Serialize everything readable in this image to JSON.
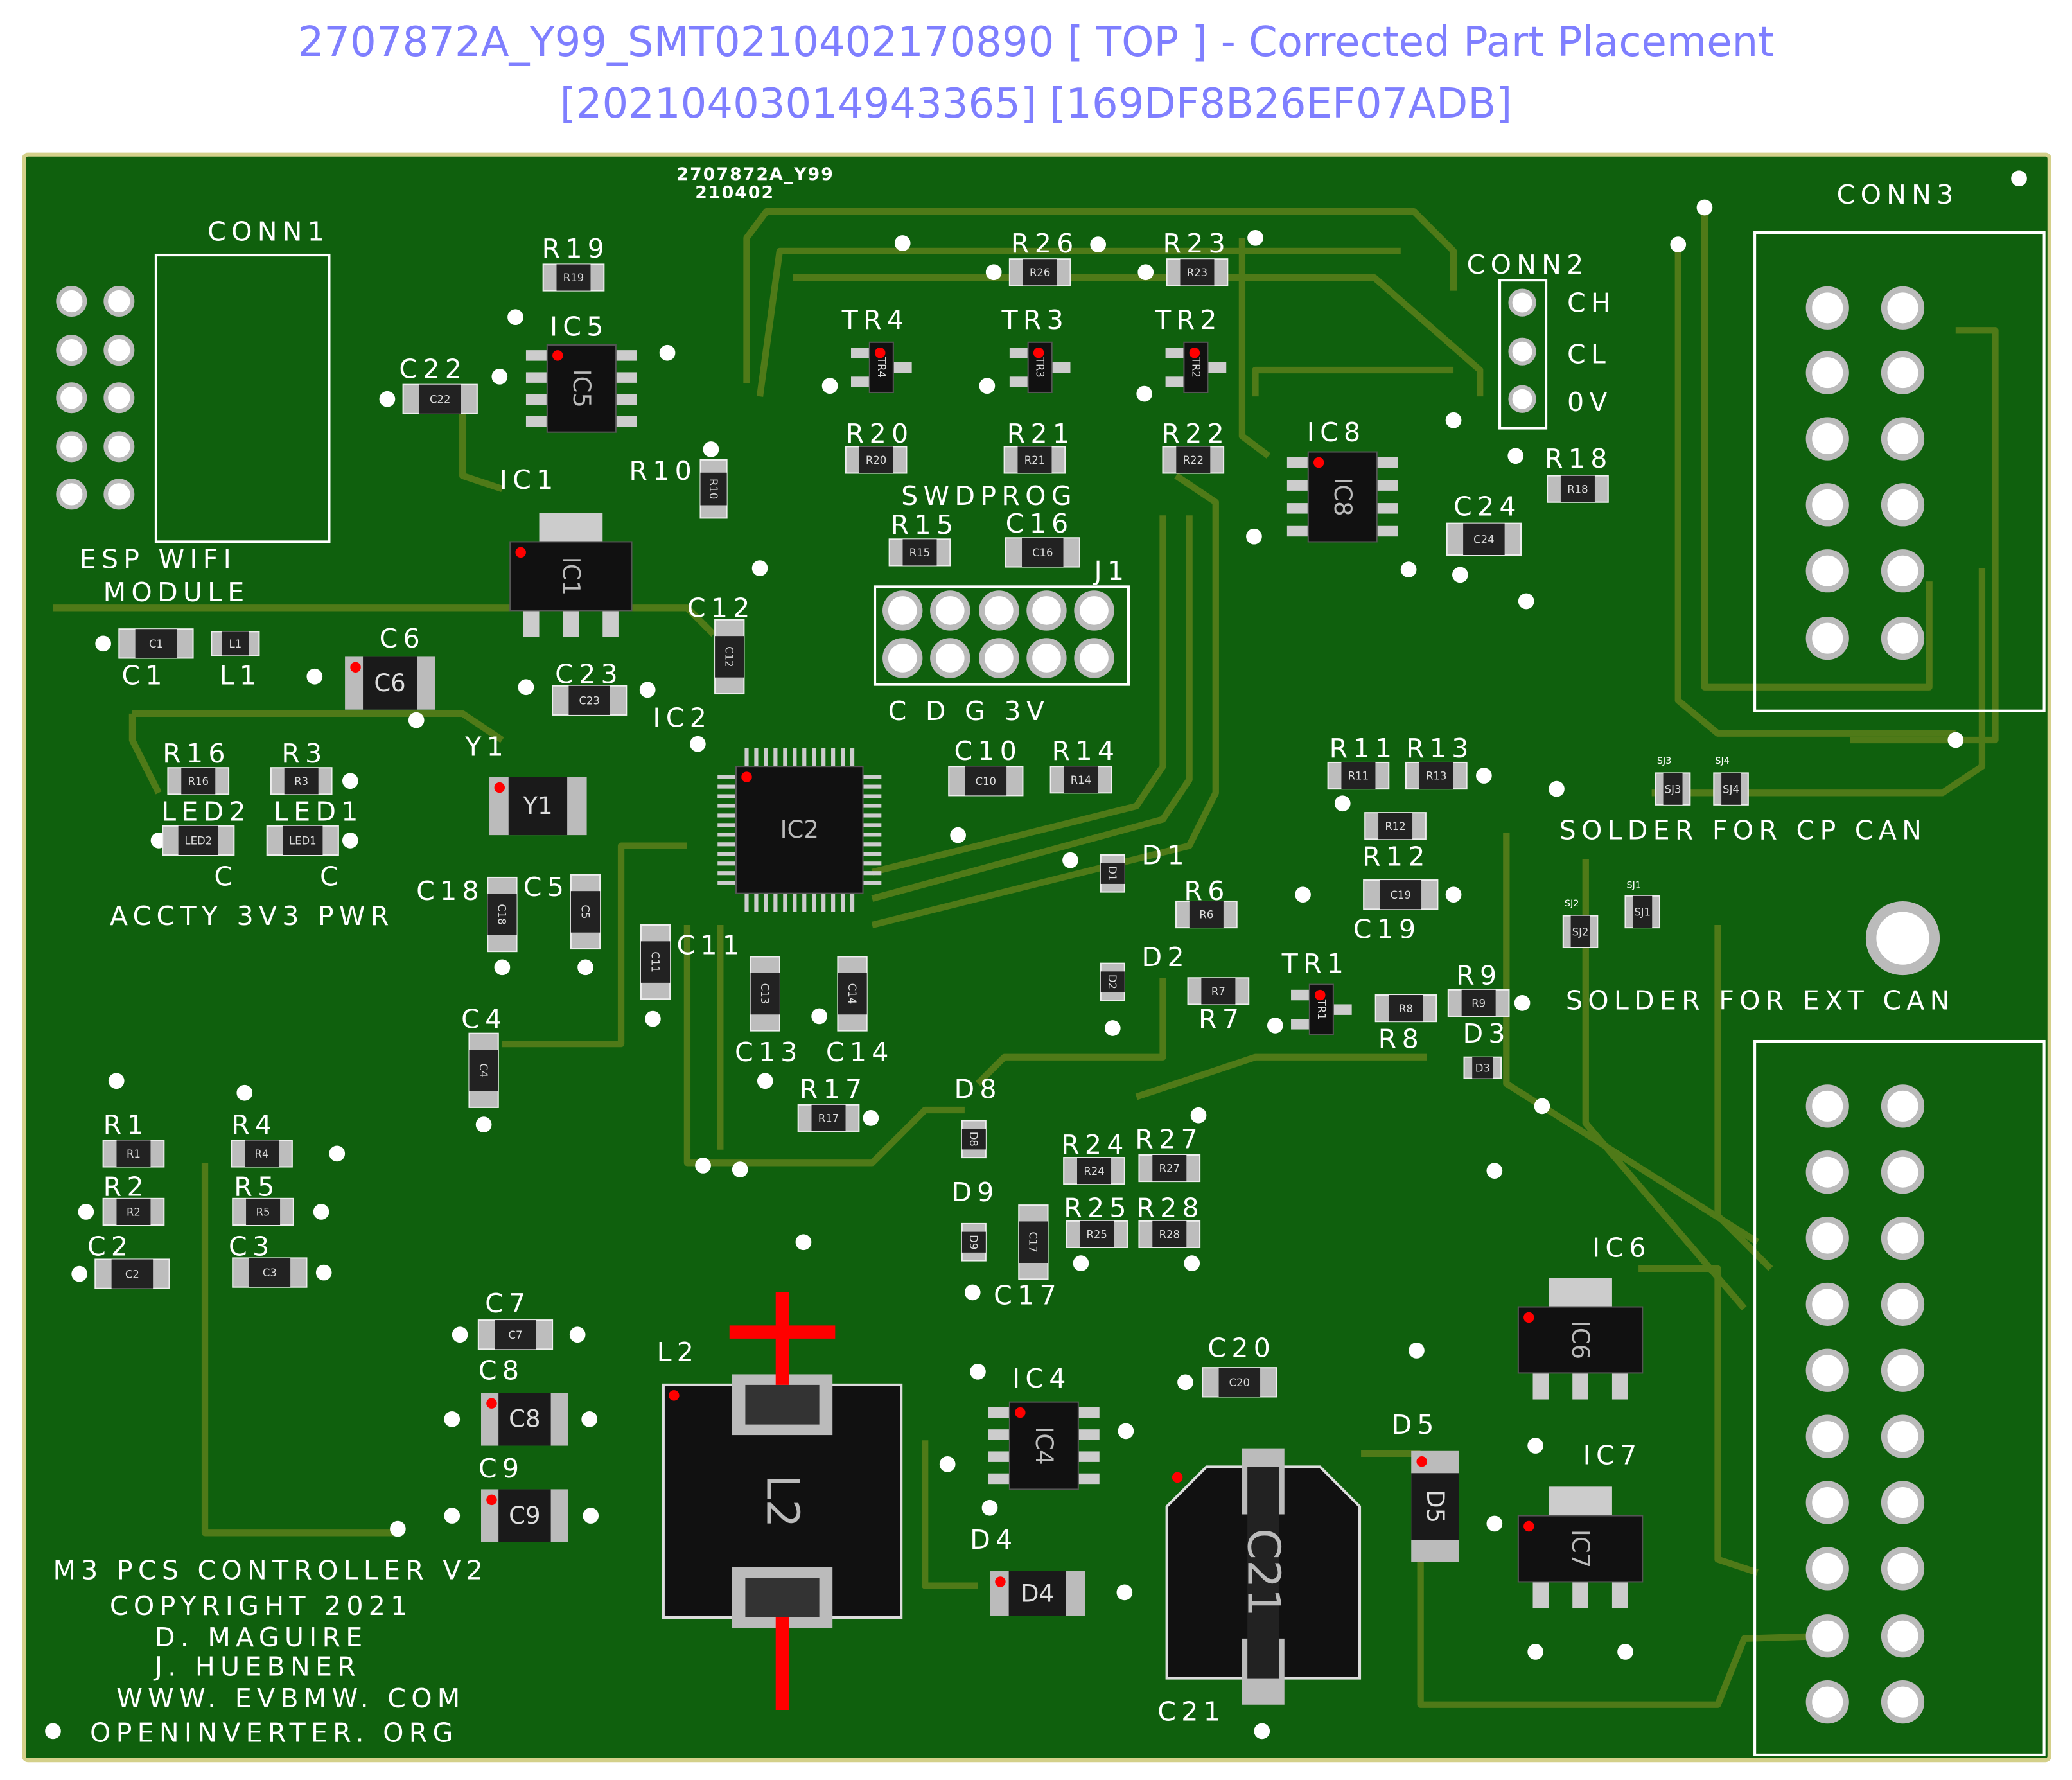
{
  "header": {
    "title_line1": "2707872A_Y99_SMT0210402170890 [ TOP ] - Corrected Part Placement",
    "title_line2": "[20210403014943365] [169DF8B26EF07ADB]"
  },
  "colors": {
    "board": "#0f600d",
    "trace": "#4f7a18",
    "edge": "#d4d08a",
    "title": "#7f7fff",
    "marker": "#ff0000"
  },
  "board": {
    "order_id": "2707872A_Y99",
    "date_code": "210402",
    "credits": [
      "M3 PCS CONTROLLER V2",
      "COPYRIGHT 2021",
      "D. MAGUIRE",
      "J. HUEBNER",
      "WWW. EVBMW. COM",
      "OPENINVERTER. ORG"
    ]
  },
  "silk": {
    "CONN1": "CONN1",
    "ESP": "ESP WIFI",
    "MODULE": "MODULE",
    "R19": "R19",
    "IC5": "IC5",
    "C22": "C22",
    "IC1": "IC1",
    "R10": "R10",
    "C1": "C1",
    "L1": "L1",
    "C6": "C6",
    "C12": "C12",
    "C23": "C23",
    "IC2": "IC2",
    "R16": "R16",
    "R3": "R3",
    "LED2": "LED2",
    "LED1": "LED1",
    "Y1": "Y1",
    "C_led2": "C",
    "C_led1": "C",
    "ACCTY": "ACCTY 3V3 PWR",
    "C18": "C18",
    "C5": "C5",
    "C11": "C11",
    "C4": "C4",
    "C13": "C13",
    "C14": "C14",
    "R17": "R17",
    "D8": "D8",
    "R1": "R1",
    "R4": "R4",
    "R2": "R2",
    "R5": "R5",
    "C2": "C2",
    "C3": "C3",
    "R24": "R24",
    "R27": "R27",
    "D9": "D9",
    "R25": "R25",
    "R28": "R28",
    "C17": "C17",
    "C7": "C7",
    "C8": "C8",
    "C9": "C9",
    "L2": "L2",
    "IC4": "IC4",
    "C20": "C20",
    "D4": "D4",
    "D5": "D5",
    "IC6": "IC6",
    "IC7": "IC7",
    "C21": "C21",
    "TR4": "TR4",
    "TR3": "TR3",
    "TR2": "TR2",
    "R26": "R26",
    "R23": "R23",
    "R20": "R20",
    "R21": "R21",
    "R22": "R22",
    "SWDPROG": "SWDPROG",
    "R15": "R15",
    "C16": "C16",
    "J1": "J1",
    "J1PINS": "C D G 3V",
    "C10": "C10",
    "R14": "R14",
    "CONN2": "CONN2",
    "CH": "CH",
    "CL": "CL",
    "0V": "0V",
    "IC8": "IC8",
    "R18": "R18",
    "C24": "C24",
    "CONN3": "CONN3",
    "R11": "R11",
    "R13": "R13",
    "R12": "R12",
    "C19": "C19",
    "D1": "D1",
    "R6": "R6",
    "D2": "D2",
    "TR1": "TR1",
    "R7": "R7",
    "R8": "R8",
    "R9": "R9",
    "D3": "D3",
    "CPCAN": "SOLDER FOR CP CAN",
    "EXTCAN": "SOLDER FOR EXT CAN",
    "SJ3": "SJ3",
    "SJ4": "SJ4",
    "SJ2": "SJ2",
    "SJ1": "SJ1"
  }
}
